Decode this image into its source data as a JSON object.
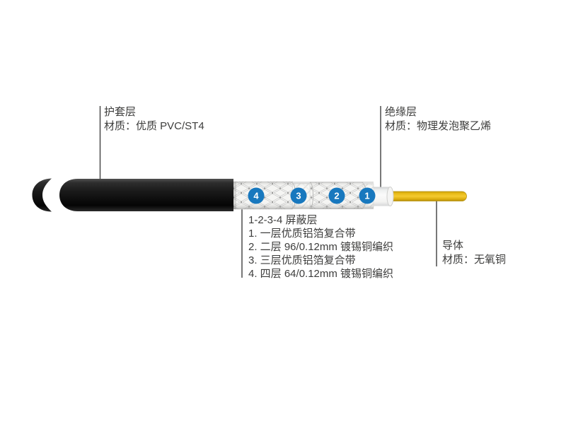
{
  "diagram": {
    "jacket_label": {
      "title": "护套层",
      "material": "材质：优质 PVC/ST4"
    },
    "insulation_label": {
      "title": "绝缘层",
      "material": "材质：物理发泡聚乙烯"
    },
    "conductor_label": {
      "title": "导体",
      "material": "材质：无氧铜"
    },
    "shield_label": {
      "heading": "1-2-3-4 屏蔽层",
      "items": [
        "1. 一层优质铝箔复合带",
        "2. 二层 96/0.12mm 镀锡铜编织",
        "3. 三层优质铝箔复合带",
        "4. 四层 64/0.12mm 镀锡铜编织"
      ]
    },
    "markers": [
      "4",
      "3",
      "2",
      "1"
    ],
    "colors": {
      "marker_blue": "#1878be",
      "conductor_yellow": "#e9bb12",
      "jacket_black": "#141414",
      "leader_gray": "#4b4b4a",
      "text_gray": "#3d3d3c",
      "braid_gray": "#c7c7c5",
      "insulation_white": "#f7f7f6"
    }
  }
}
